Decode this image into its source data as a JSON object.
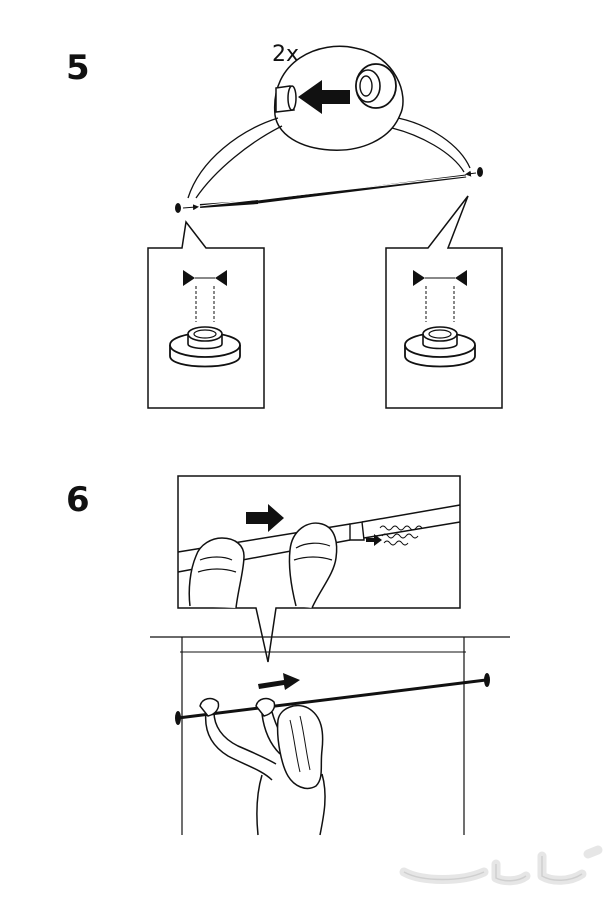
{
  "steps": [
    {
      "number": "5",
      "quantity_label": "2x"
    },
    {
      "number": "6"
    }
  ],
  "watermark": {
    "text": "حراج"
  }
}
